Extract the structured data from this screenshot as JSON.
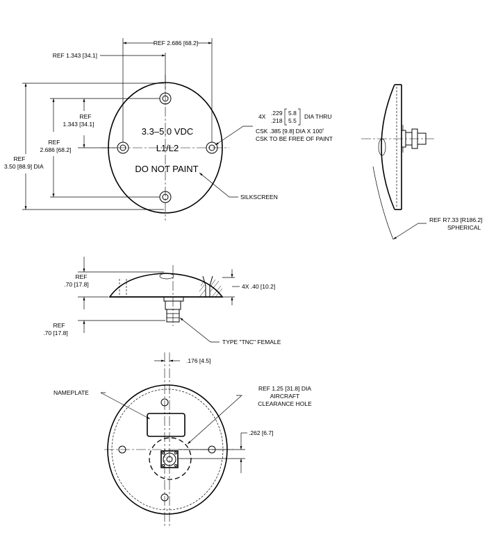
{
  "top_view": {
    "label_voltage": "3.3–5.0 VDC",
    "label_band": "L1/L2",
    "label_paint": "DO NOT PAINT",
    "dim_ref_width_outer": "REF 2.686 [68.2]",
    "dim_ref_width_inner": "REF 1.343 [34.1]",
    "dim_ref_h_inner_1": "REF",
    "dim_ref_h_inner_2": "1.343 [34.1]",
    "dim_ref_h_outer_1": "REF",
    "dim_ref_h_outer_2": "2.686 [68.2]",
    "dim_dia_1": "REF",
    "dim_dia_2": "3.50 [88.9] DIA",
    "hole_note_qty": "4X",
    "hole_note_in_upper": ".229",
    "hole_note_in_lower": ".218",
    "hole_note_mm_upper": "5.8",
    "hole_note_mm_lower": "5.5",
    "hole_note_dia": "DIA THRU",
    "csk_note_1": "CSK .385 [9.8] DIA X 100˚",
    "csk_note_2": "CSK TO BE FREE OF PAINT",
    "silkscreen": "SILKSCREEN"
  },
  "side_view": {
    "radius_1": "REF R7.33 [R186.2]",
    "radius_2": "SPHERICAL"
  },
  "front_view": {
    "dim_h1_1": "REF",
    "dim_h1_2": ".70 [17.8]",
    "dim_h2_1": "REF",
    "dim_h2_2": ".70 [17.8]",
    "dim_thickness": "4X .40 [10.2]",
    "connector": "TYPE \"TNC\" FEMALE"
  },
  "bottom_view": {
    "dim_offset": ".176 [4.5]",
    "nameplate": "NAMEPLATE",
    "clearance_1": "REF 1.25 [31.8] DIA",
    "clearance_2": "AIRCRAFT",
    "clearance_3": "CLEARANCE HOLE",
    "dim_vertical": ".262 [6.7]"
  }
}
